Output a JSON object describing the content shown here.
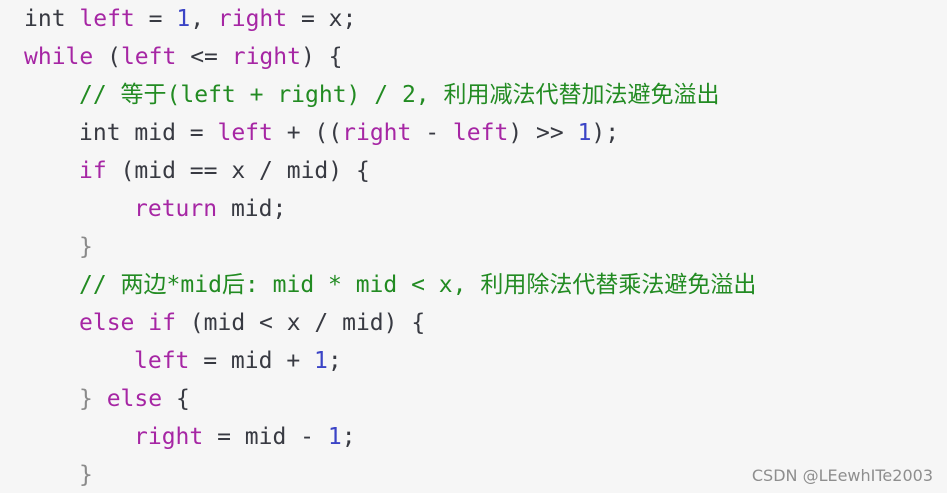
{
  "colors": {
    "background": "#f6f6f6",
    "keyword": "#a626a4",
    "variable": "#a626a4",
    "number": "#3b44c6",
    "comment": "#228b22",
    "punctuation": "#8a8a8a",
    "text": "#383a42",
    "watermark": "#8e8e8e"
  },
  "code": {
    "lines": [
      {
        "indent": 0,
        "tokens": [
          {
            "t": "txt",
            "v": "int "
          },
          {
            "t": "var",
            "v": "left"
          },
          {
            "t": "txt",
            "v": " = "
          },
          {
            "t": "num",
            "v": "1"
          },
          {
            "t": "txt",
            "v": ", "
          },
          {
            "t": "var",
            "v": "right"
          },
          {
            "t": "txt",
            "v": " = x;"
          }
        ]
      },
      {
        "indent": 0,
        "tokens": [
          {
            "t": "kw",
            "v": "while"
          },
          {
            "t": "txt",
            "v": " ("
          },
          {
            "t": "var",
            "v": "left"
          },
          {
            "t": "txt",
            "v": " <= "
          },
          {
            "t": "var",
            "v": "right"
          },
          {
            "t": "txt",
            "v": ") {"
          }
        ]
      },
      {
        "indent": 1,
        "tokens": [
          {
            "t": "com",
            "v": "// 等于(left + right) / 2, 利用减法代替加法避免溢出"
          }
        ]
      },
      {
        "indent": 1,
        "tokens": [
          {
            "t": "txt",
            "v": "int mid = "
          },
          {
            "t": "var",
            "v": "left"
          },
          {
            "t": "txt",
            "v": " + (("
          },
          {
            "t": "var",
            "v": "right"
          },
          {
            "t": "txt",
            "v": " - "
          },
          {
            "t": "var",
            "v": "left"
          },
          {
            "t": "txt",
            "v": ") >> "
          },
          {
            "t": "num",
            "v": "1"
          },
          {
            "t": "txt",
            "v": ");"
          }
        ]
      },
      {
        "indent": 1,
        "tokens": [
          {
            "t": "kw",
            "v": "if"
          },
          {
            "t": "txt",
            "v": " (mid == x / mid) {"
          }
        ]
      },
      {
        "indent": 2,
        "tokens": [
          {
            "t": "kw",
            "v": "return"
          },
          {
            "t": "txt",
            "v": " mid;"
          }
        ]
      },
      {
        "indent": 1,
        "tokens": [
          {
            "t": "pun",
            "v": "}"
          }
        ]
      },
      {
        "indent": 1,
        "tokens": [
          {
            "t": "com",
            "v": "// 两边*mid后: mid * mid < x, 利用除法代替乘法避免溢出"
          }
        ]
      },
      {
        "indent": 1,
        "tokens": [
          {
            "t": "kw",
            "v": "else if"
          },
          {
            "t": "txt",
            "v": " (mid < x / mid) {"
          }
        ]
      },
      {
        "indent": 2,
        "tokens": [
          {
            "t": "var",
            "v": "left"
          },
          {
            "t": "txt",
            "v": " = mid + "
          },
          {
            "t": "num",
            "v": "1"
          },
          {
            "t": "txt",
            "v": ";"
          }
        ]
      },
      {
        "indent": 1,
        "tokens": [
          {
            "t": "pun",
            "v": "} "
          },
          {
            "t": "kw",
            "v": "else"
          },
          {
            "t": "txt",
            "v": " {"
          }
        ]
      },
      {
        "indent": 2,
        "tokens": [
          {
            "t": "var",
            "v": "right"
          },
          {
            "t": "txt",
            "v": " = mid - "
          },
          {
            "t": "num",
            "v": "1"
          },
          {
            "t": "txt",
            "v": ";"
          }
        ]
      },
      {
        "indent": 1,
        "tokens": [
          {
            "t": "pun",
            "v": "}"
          }
        ]
      }
    ]
  },
  "watermark": {
    "text": "CSDN @LEewhITe2003"
  }
}
